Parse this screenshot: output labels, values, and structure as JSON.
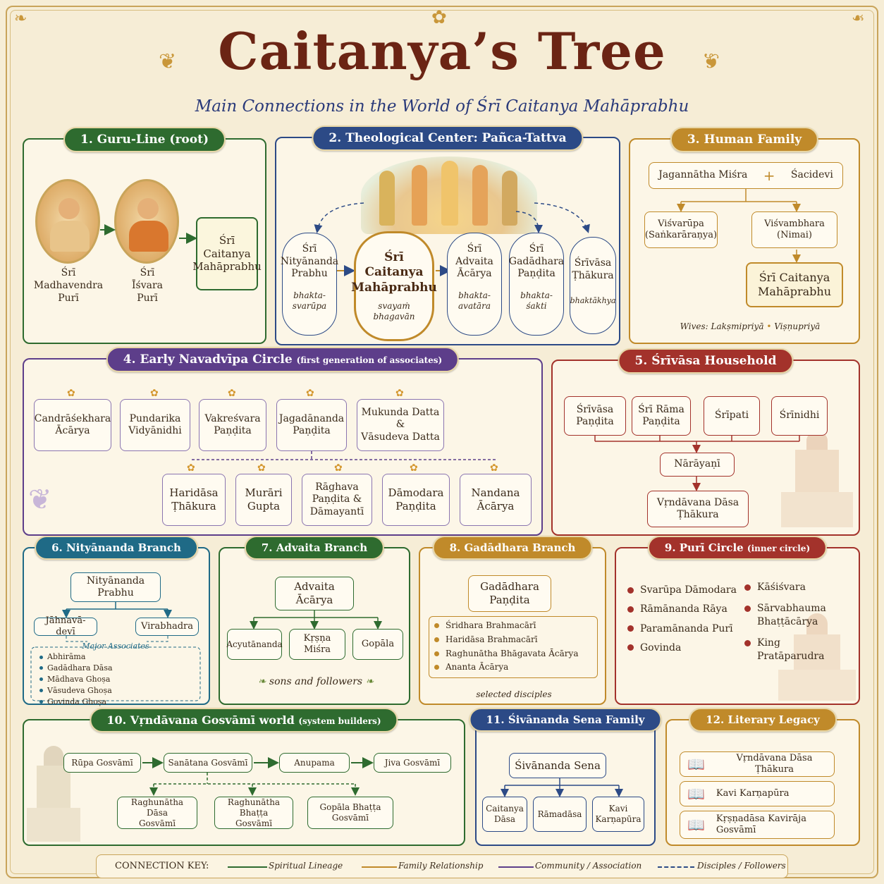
{
  "title": "Caitanya’s Tree",
  "subtitle": "Main Connections in the World of Śrī Caitanya Mahāprabhu",
  "colors": {
    "green": "#2e6b2f",
    "blue": "#2c4a86",
    "gold": "#c08a2a",
    "purple": "#5d3e8a",
    "red": "#a3322b",
    "teal": "#1f6a86",
    "bg": "#f6edd6"
  },
  "p1": {
    "title": "1. Guru-Line (root)",
    "a": "Śrī\nMadhavendra\nPurī",
    "b": "Śrī\nĪśvara\nPurī",
    "c": "Śrī\nCaitanya\nMahāprabhu"
  },
  "p2": {
    "title": "2. Theological Center: Pañca-Tattva",
    "n1": "Śrī\nNityānanda\nPrabhu",
    "n1s": "bhakta-\nsvarūpa",
    "n2": "Śrī\nCaitanya\nMahāprabhu",
    "n2s": "svayaṁ\nbhagavān",
    "n3": "Śrī\nAdvaita\nĀcārya",
    "n3s": "bhakta-\navatāra",
    "n4": "Śrī\nGadādhara\nPaṇḍita",
    "n4s": "bhakta-\nśakti",
    "n5": "Śrīvāsa\nṬhākura",
    "n5s": "bhaktākhya"
  },
  "p3": {
    "title": "3. Human Family",
    "father": "Jagannātha Miśra",
    "plus": "+",
    "mother": "Śacidevi",
    "s1": "Viśvarūpa\n(Saṅkarāraṇya)",
    "s2": "Viśvambhara\n(Nimai)",
    "s3": "Śrī Caitanya\nMahāprabhu",
    "wives": "Wives: Lakṣmipriyā",
    "sep": "•",
    "wife2": "Viṣṇupriyā"
  },
  "p4": {
    "title": "4. Early Navadvīpa Circle",
    "tsmall": "(first generation of associates)",
    "r1": [
      "Candrāśekhara\nĀcārya",
      "Pundarika\nVidyānidhi",
      "Vakreśvara\nPaṇḍita",
      "Jagadānanda\nPaṇḍita",
      "Mukunda Datta\n&\nVāsudeva Datta"
    ],
    "r2": [
      "Haridāsa\nṬhākura",
      "Murāri\nGupta",
      "Rāghava\nPaṇḍita &\nDāmayantī",
      "Dāmodara\nPaṇḍita",
      "Nandana\nĀcārya"
    ]
  },
  "p5": {
    "title": "5. Śrīvāsa Household",
    "r1": [
      "Śrīvāsa\nPaṇḍita",
      "Śrī Rāma\nPaṇḍita",
      "Śrīpati",
      "Śrīnidhi"
    ],
    "mid": "Nārāyaṇī",
    "bottom": "Vṛndāvana Dāsa\nṬhākura"
  },
  "p6": {
    "title": "6. Nityānanda Branch",
    "top": "Nityānanda\nPrabhu",
    "l": "Jāhnavā-devī",
    "r": "Virabhadra",
    "assoc": "Major Associates",
    "items": [
      "Abhirāma",
      "Gadādhara Dāsa",
      "Mādhava Ghoṣa",
      "Vāsudeva Ghoṣa",
      "Govinda Ghoṣa"
    ]
  },
  "p7": {
    "title": "7. Advaita Branch",
    "top": "Advaita\nĀcārya",
    "kids": [
      "Acyutānanda",
      "Kṛṣṇa Miśra",
      "Gopāla"
    ],
    "foot": "sons and followers"
  },
  "p8": {
    "title": "8. Gadādhara Branch",
    "top": "Gadādhara\nPaṇḍita",
    "items": [
      "Śridhara Brahmacārī",
      "Haridāsa Brahmacārī",
      "Raghunātha Bhāgavata Ācārya",
      "Ananta Ācārya"
    ],
    "foot": "selected disciples"
  },
  "p9": {
    "title": "9. Purī Circle",
    "tsmall": "(inner circle)",
    "left": [
      "Svarūpa Dāmodara",
      "Rāmānanda Rāya",
      "Paramānanda Purī",
      "Govinda"
    ],
    "right": [
      "Kāśiśvara",
      "Sārvabhauma\nBhaṭṭācārya",
      "King\nPratāparudra"
    ]
  },
  "p10": {
    "title": "10. Vṛndāvana Gosvāmī world",
    "tsmall": "(system builders)",
    "r1": [
      "Rūpa Gosvāmī",
      "Sanātana Gosvāmī",
      "Anupama",
      "Jiva Gosvāmī"
    ],
    "r2": [
      "Raghunātha Dāsa\nGosvāmī",
      "Raghunātha Bhaṭṭa\nGosvāmī",
      "Gopāla Bhaṭṭa\nGosvāmī"
    ]
  },
  "p11": {
    "title": "11. Śivānanda Sena Family",
    "top": "Śivānanda Sena",
    "kids": [
      "Caitanya\nDāsa",
      "Rāmadāsa",
      "Kavi\nKarṇapūra"
    ]
  },
  "p12": {
    "title": "12. Literary Legacy",
    "books": [
      "Vṛndāvana Dāsa Ṭhākura",
      "Kavi Karṇapūra",
      "Kṛṣṇadāsa Kavirāja\nGosvāmī"
    ]
  },
  "key": {
    "label": "CONNECTION KEY:",
    "k1": "Spiritual Lineage",
    "k2": "Family Relationship",
    "k3": "Community / Association",
    "k4": "Disciples / Followers"
  }
}
